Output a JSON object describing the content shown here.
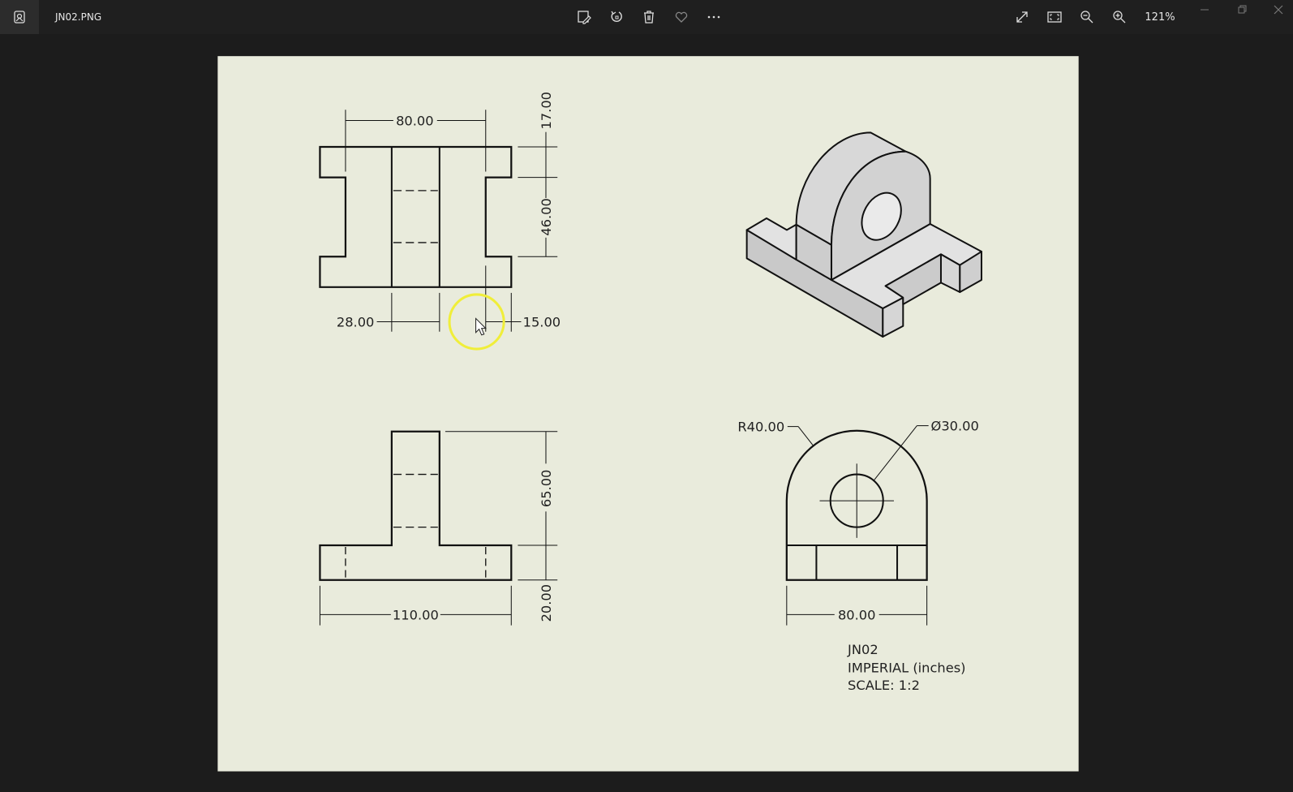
{
  "window": {
    "title": "JN02.PNG",
    "zoom_level": "121%",
    "toolbar_icons": [
      "edit-image-icon",
      "rotate-icon",
      "delete-icon",
      "favorite-icon",
      "more-icon"
    ],
    "view_icons": [
      "full-screen-icon",
      "fit-icon",
      "zoom-out-icon",
      "zoom-in-icon"
    ],
    "window_controls": [
      "minimize-icon",
      "maximize-icon",
      "close-icon"
    ]
  },
  "drawing": {
    "top_view": {
      "width": "80.00",
      "h1": "17.00",
      "h2": "46.00",
      "slot": "28.00",
      "flange": "15.00"
    },
    "front_view": {
      "height": "65.00",
      "base_h": "20.00",
      "length": "110.00"
    },
    "side_view": {
      "radius": "R40.00",
      "hole": "Ø30.00",
      "width": "80.00"
    },
    "notes": {
      "part": "JN02",
      "units": "IMPERIAL (inches)",
      "scale": "SCALE: 1:2"
    }
  },
  "colors": {
    "paper": "#e9ebdc",
    "background": "#1c1c1c",
    "cursor_highlight": "#f0ee3a"
  }
}
